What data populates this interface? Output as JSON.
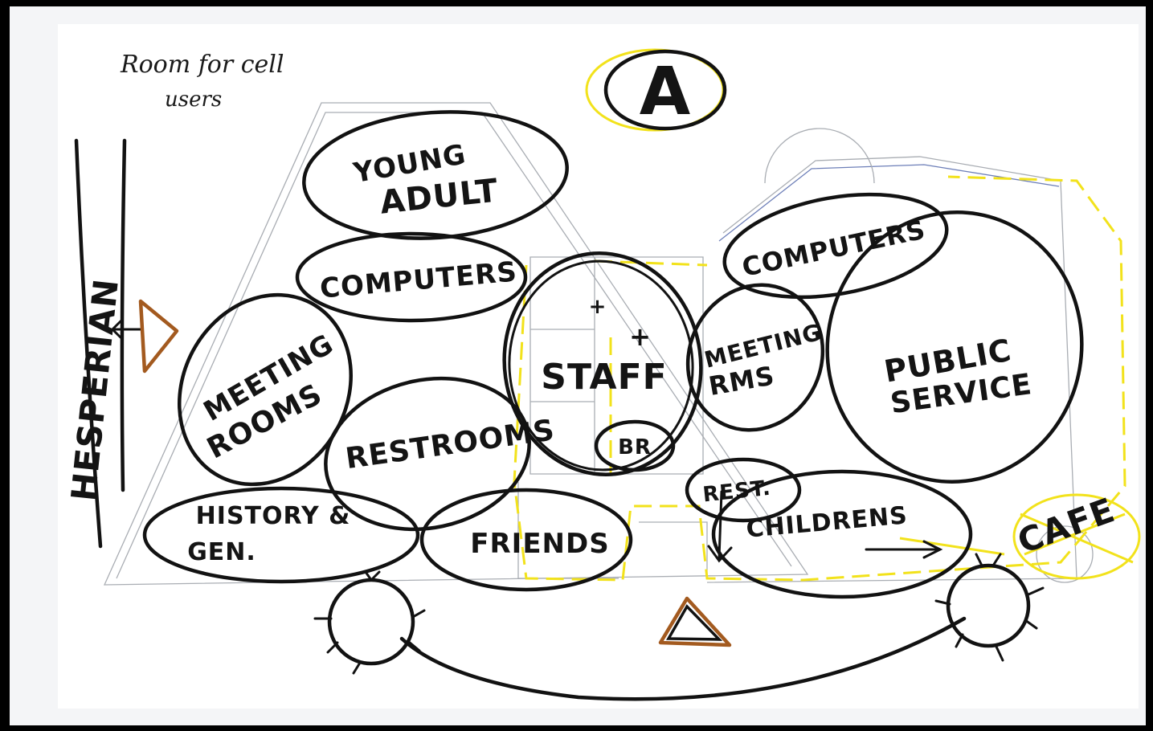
{
  "notes": {
    "cell_users": [
      "Room for cell",
      "users"
    ],
    "zone_letter": "A",
    "street": "HESPERIAN"
  },
  "rooms": {
    "young_adult": [
      "YOUNG",
      "ADULT"
    ],
    "computers_left": "COMPUTERS",
    "meeting_rooms_left": [
      "MEETING",
      "ROOMS"
    ],
    "restrooms": "RESTROOMS",
    "history_gen": [
      "HISTORY &",
      "GEN."
    ],
    "friends": "FRIENDS",
    "staff": "STAFF",
    "staff_marks": [
      "+",
      "+"
    ],
    "br": "BR",
    "computers_right": "COMPUTERS",
    "meeting_rms_right": [
      "MEETING",
      "RMS"
    ],
    "public_service": [
      "PUBLIC",
      "SERVICE"
    ],
    "rest": "REST.",
    "childrens": "CHILDRENS",
    "cafe": "CAFE"
  },
  "colors": {
    "ink": "#121212",
    "highlighter": "#f2e21b",
    "entrance_marker": "#a35a1f",
    "plan_lines": "#a9adb3"
  }
}
